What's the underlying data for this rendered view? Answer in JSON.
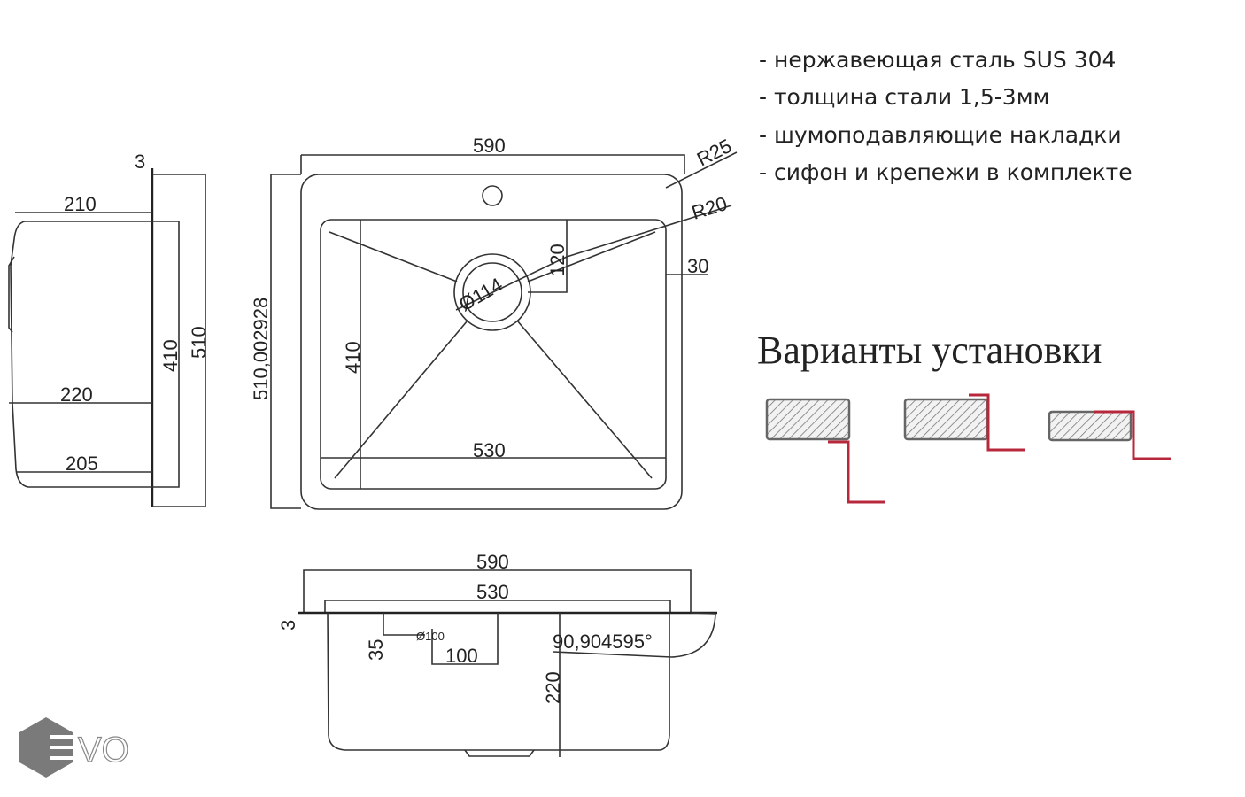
{
  "specs": [
    "- нержавеющая сталь SUS 304",
    "- толщина стали 1,5-3мм",
    "- шумоподавляющие накладки",
    "- сифон и крепежи в комплекте"
  ],
  "install_title": "Варианты установки",
  "side_view": {
    "d3": "3",
    "d210": "210",
    "d220": "220",
    "d205": "205",
    "d410": "410",
    "d510": "510"
  },
  "top_view": {
    "d590": "590",
    "r25": "R25",
    "r20": "R20",
    "d30": "30",
    "d120": "120",
    "d114": "Ø114",
    "d410": "410",
    "d530": "530",
    "d510": "510,002928"
  },
  "front_view": {
    "d590": "590",
    "d530": "530",
    "d3": "3",
    "d35": "35",
    "d100": "100",
    "angle": "90,904595°",
    "d220": "220",
    "small": "Ø100"
  },
  "logo": {
    "text": "EVO"
  },
  "colors": {
    "accent": "#b8283c",
    "line": "#333333",
    "logo": "#7a7a7a"
  }
}
